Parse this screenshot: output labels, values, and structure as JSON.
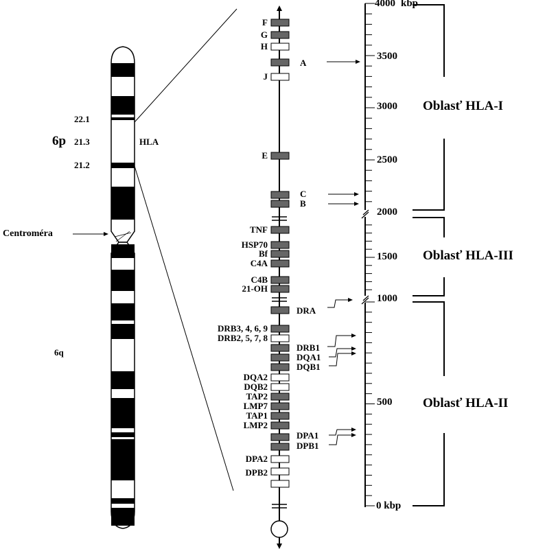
{
  "chromosome": {
    "arm_p": "6p",
    "arm_q": "6q",
    "band_221": "22.1",
    "band_213": "21.3",
    "band_212": "21.2",
    "hla": "HLA",
    "centromere": "Centroméra"
  },
  "genes_class1": {
    "F": "F",
    "G": "G",
    "H": "H",
    "A": "A",
    "J": "J",
    "E": "E",
    "C": "C",
    "B": "B"
  },
  "genes_class3": {
    "TNF": "TNF",
    "HSP70": "HSP70",
    "Bf": "Bf",
    "C4A": "C4A",
    "C4B": "C4B",
    "OH21": "21-OH"
  },
  "genes_class2": {
    "DRA": "DRA",
    "DRB3": "DRB3, 4, 6, 9",
    "DRB2": "DRB2, 5, 7, 8",
    "DRB1": "DRB1",
    "DQA1": "DQA1",
    "DQB1": "DQB1",
    "DQA2": "DQA2",
    "DQB2": "DQB2",
    "TAP2": "TAP2",
    "LMP7": "LMP7",
    "TAP1": "TAP1",
    "LMP2": "LMP2",
    "DPA1": "DPA1",
    "DPB1": "DPB1",
    "DPA2": "DPA2",
    "DPB2": "DPB2"
  },
  "scale": {
    "t4000": "4000",
    "unit_top": "kbp",
    "t3500": "3500",
    "t3000": "3000",
    "t2500": "2500",
    "t2000": "2000",
    "t1500": "1500",
    "t1000": "1000",
    "t500": "500",
    "t0": "0 kbp"
  },
  "regions": {
    "hla1": "Oblasť HLA-I",
    "hla3": "Oblasť HLA-III",
    "hla2": "Oblasť HLA-II"
  }
}
